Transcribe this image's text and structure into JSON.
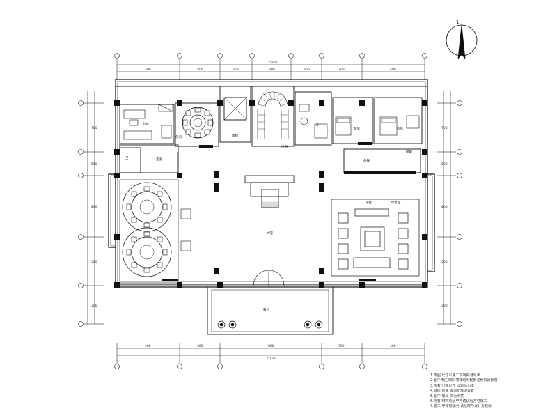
{
  "north": {
    "label": "1"
  },
  "dims_top": {
    "segments": [
      "400",
      "500",
      "300",
      "300",
      "300",
      "300",
      "400"
    ],
    "total": "5700"
  },
  "dims_bottom": {
    "segments": [
      "400",
      "300",
      "800",
      "700",
      "400"
    ],
    "total": "5700"
  },
  "dims_left": [
    "700",
    "500",
    "800",
    "500",
    "300"
  ],
  "dims_right": [
    "700",
    "500",
    "800",
    "500",
    "300"
  ],
  "rooms": {
    "office": "办公",
    "dining_small": "包间",
    "lift": "电梯",
    "corridor": "走道",
    "room_a": "卫",
    "room_b": "客房",
    "room_c": "客房",
    "wc": "卫",
    "storage": "储藏",
    "service": "备餐",
    "lobby": "大堂",
    "bar": "吧台",
    "lounge": "休息区",
    "terrace": "露台",
    "stair": "楼梯"
  },
  "notes": [
    "1.本图 尺寸以施工现场实测为准",
    "2.图中未注明的 墙体均为轻钢龙骨石膏板墙",
    "3.所有 门窗尺寸 以现场为准",
    "4.消防 设施 按消防规范设置",
    "5.图中 家具 仅为示意",
    "6.所有 材料须经甲方确认后方可施工",
    "7.施工 中如有疑问 请及时与设计方联系"
  ]
}
